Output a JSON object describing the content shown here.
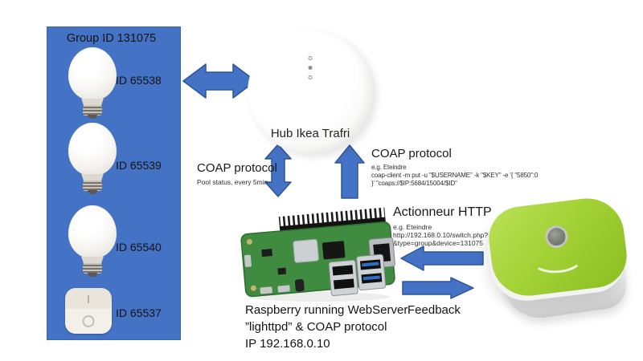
{
  "group_box": {
    "title": "Group ID 131075",
    "devices": [
      {
        "type": "light-bulb",
        "label": "ID 65538"
      },
      {
        "type": "light-bulb",
        "label": "ID 65539"
      },
      {
        "type": "light-bulb",
        "label": "ID 65540"
      },
      {
        "type": "dimmer-remote",
        "label": "ID 65537"
      }
    ]
  },
  "hub": {
    "label": "Hub Ikea Trafri"
  },
  "coap_poll": {
    "title": "COAP protocol",
    "subtitle": "Pool status, every 5min"
  },
  "coap_cmd": {
    "title": "COAP protocol",
    "example": "e.g. Eteindre",
    "line1": "coap-client -m put -u \"$USERNAME\" -k \"$KEY\" -e '{ \"5850\":0",
    "line2": "}' \"coaps://$IP:5684/15004/$ID\""
  },
  "actionneur": {
    "title": "Actionneur HTTP",
    "example": "e.g. Eteindre",
    "line1": "http://192.168.0.10/switch.php?action=off",
    "line2": "&type=group&device=131075"
  },
  "raspberry": {
    "line1": "Raspberry running WebServer",
    "line2": "”lighttpd” & COAP protocol",
    "line3": "IP 192.168.0.10"
  },
  "feedback": {
    "label": "Feedback"
  },
  "colors": {
    "group_box_blue": "#4472C4",
    "arrow_fill": "#4472C4",
    "arrow_border": "#2E5597",
    "device_green": "#A3D236"
  }
}
